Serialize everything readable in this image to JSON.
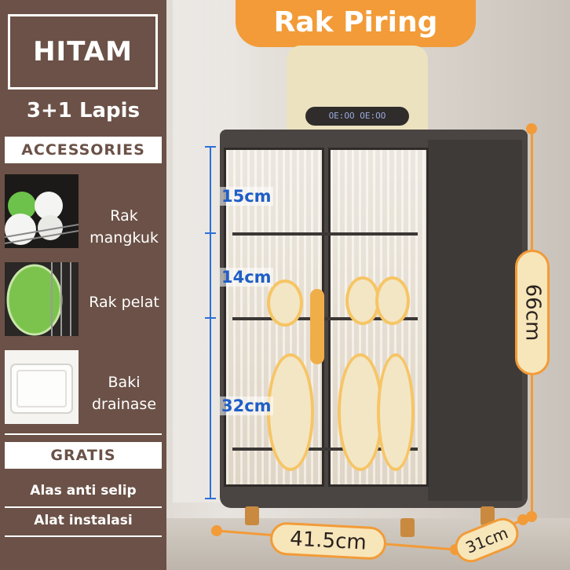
{
  "banner": {
    "title": "Rak Piring"
  },
  "product": {
    "color": "HITAM",
    "layers": "3+1 Lapis"
  },
  "accessories": {
    "heading": "ACCESSORIES",
    "items": [
      {
        "label_line1": "Rak",
        "label_line2": "mangkuk",
        "icon": "bowl-rack-icon"
      },
      {
        "label_line1": "Rak pelat",
        "label_line2": "",
        "icon": "plate-rack-icon"
      },
      {
        "label_line1": "Baki",
        "label_line2": "drainase",
        "icon": "drain-tray-icon"
      }
    ]
  },
  "gratis": {
    "heading": "GRATIS",
    "items": [
      "Alas anti selip",
      "Alat instalasi"
    ]
  },
  "dimensions": {
    "shelf_top": "15cm",
    "shelf_middle": "14cm",
    "shelf_bottom": "32cm",
    "height": "66cm",
    "width": "41.5cm",
    "depth": "31cm"
  },
  "appliance": {
    "display": "OE:OO  OE:OO"
  },
  "colors": {
    "panel": "#6b5147",
    "accent": "#f29b38",
    "measure": "#2e6fd6"
  }
}
